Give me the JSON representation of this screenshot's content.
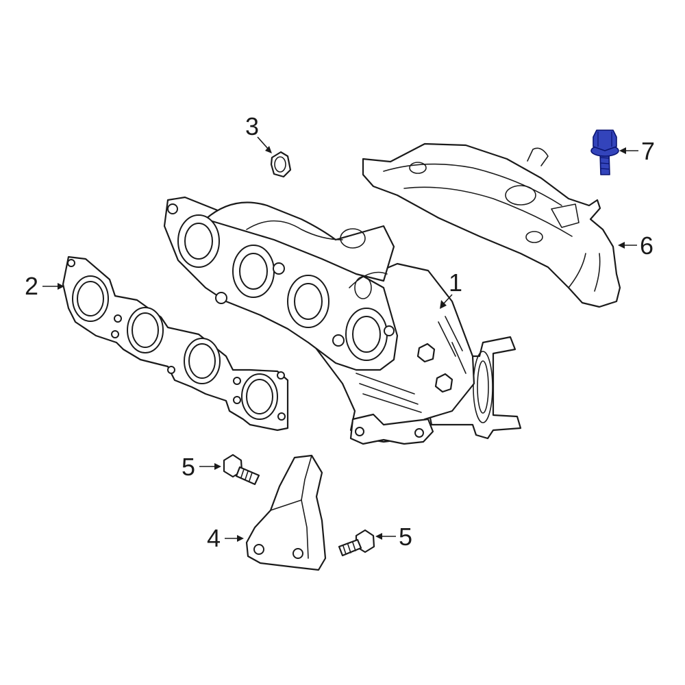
{
  "callouts": {
    "c1": "1",
    "c2": "2",
    "c3": "3",
    "c4": "4",
    "c5a": "5",
    "c5b": "5",
    "c6": "6",
    "c7": "7"
  },
  "colors": {
    "line": "#1a1a1a",
    "highlight_fill": "#3344bb",
    "highlight_stroke": "#0a1470",
    "background": "#ffffff"
  },
  "highlighted_part": "7"
}
